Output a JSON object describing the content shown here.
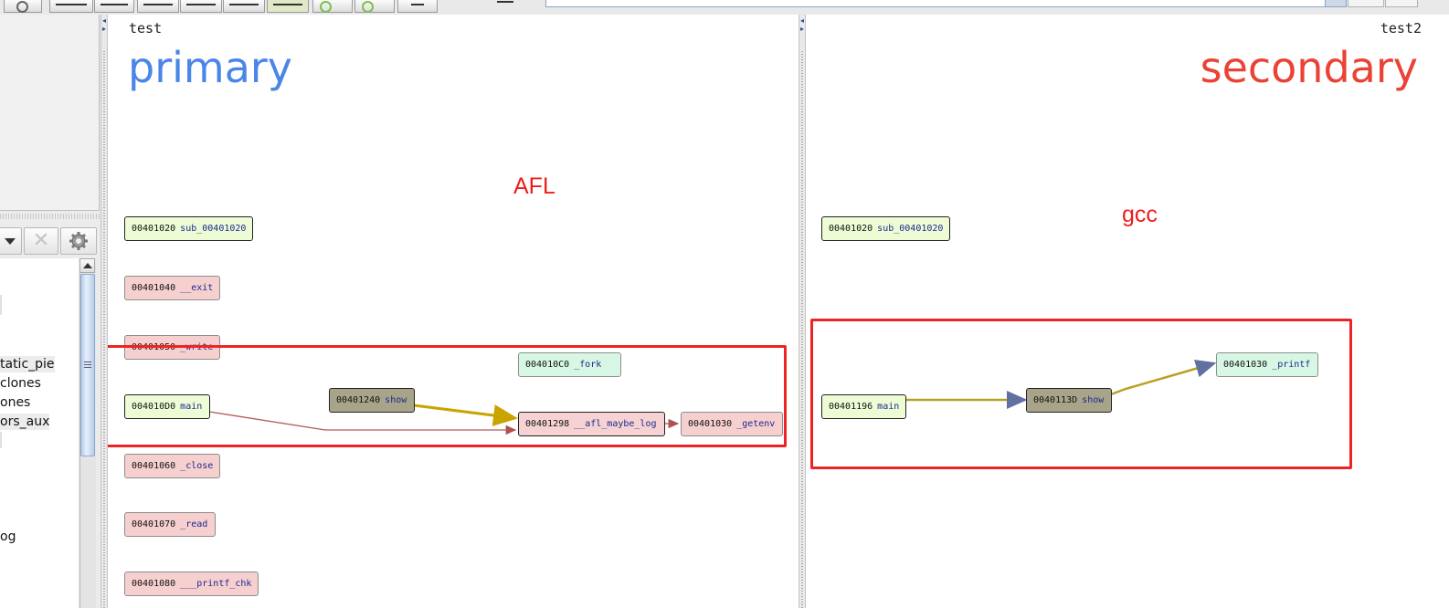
{
  "left_panel": {
    "list_items": [
      {
        "text": "tatic_pie",
        "highlight": true
      },
      {
        "text": "clones",
        "highlight": false
      },
      {
        "text": "ones",
        "highlight": false
      },
      {
        "text": "ors_aux",
        "highlight": true
      },
      {
        "text": "og",
        "highlight": false
      }
    ],
    "close_glyph": "✕"
  },
  "primary": {
    "pane_name": "test",
    "big_label": "primary",
    "big_label_color": "#4a86e8",
    "compiler_annotation": "AFL",
    "nodes": {
      "sub_00401020": {
        "addr": "00401020",
        "name": "sub_00401020"
      },
      "exit": {
        "addr": "00401040",
        "name": "__exit"
      },
      "write": {
        "addr": "00401050",
        "name": "_write"
      },
      "fork": {
        "addr": "004010C0",
        "name": "_fork"
      },
      "main": {
        "addr": "004010D0",
        "name": "main"
      },
      "show": {
        "addr": "00401240",
        "name": "show"
      },
      "afl_maybe_log": {
        "addr": "00401298",
        "name": "__afl_maybe_log"
      },
      "getenv": {
        "addr": "00401030",
        "name": "_getenv"
      },
      "close": {
        "addr": "00401060",
        "name": "_close"
      },
      "read": {
        "addr": "00401070",
        "name": "_read"
      },
      "printf_chk": {
        "addr": "00401080",
        "name": "___printf_chk"
      }
    }
  },
  "secondary": {
    "pane_name": "test2",
    "big_label": "secondary",
    "big_label_color": "#ea4335",
    "compiler_annotation": "gcc",
    "nodes": {
      "sub_00401020": {
        "addr": "00401020",
        "name": "sub_00401020"
      },
      "main": {
        "addr": "00401196",
        "name": "main"
      },
      "show": {
        "addr": "0040113D",
        "name": "show"
      },
      "printf": {
        "addr": "00401030",
        "name": "_printf"
      }
    }
  },
  "colors": {
    "annotation_red": "#ee1c1c",
    "node_matched_green": "#eefcd6",
    "node_unmatched_pink": "#f6cfcf",
    "node_mint": "#d7f7e4",
    "node_selected_olive": "#a8a48a",
    "edge_gold": "#c8a200",
    "edge_red": "#b05050",
    "edge_blue": "#6070a0"
  }
}
